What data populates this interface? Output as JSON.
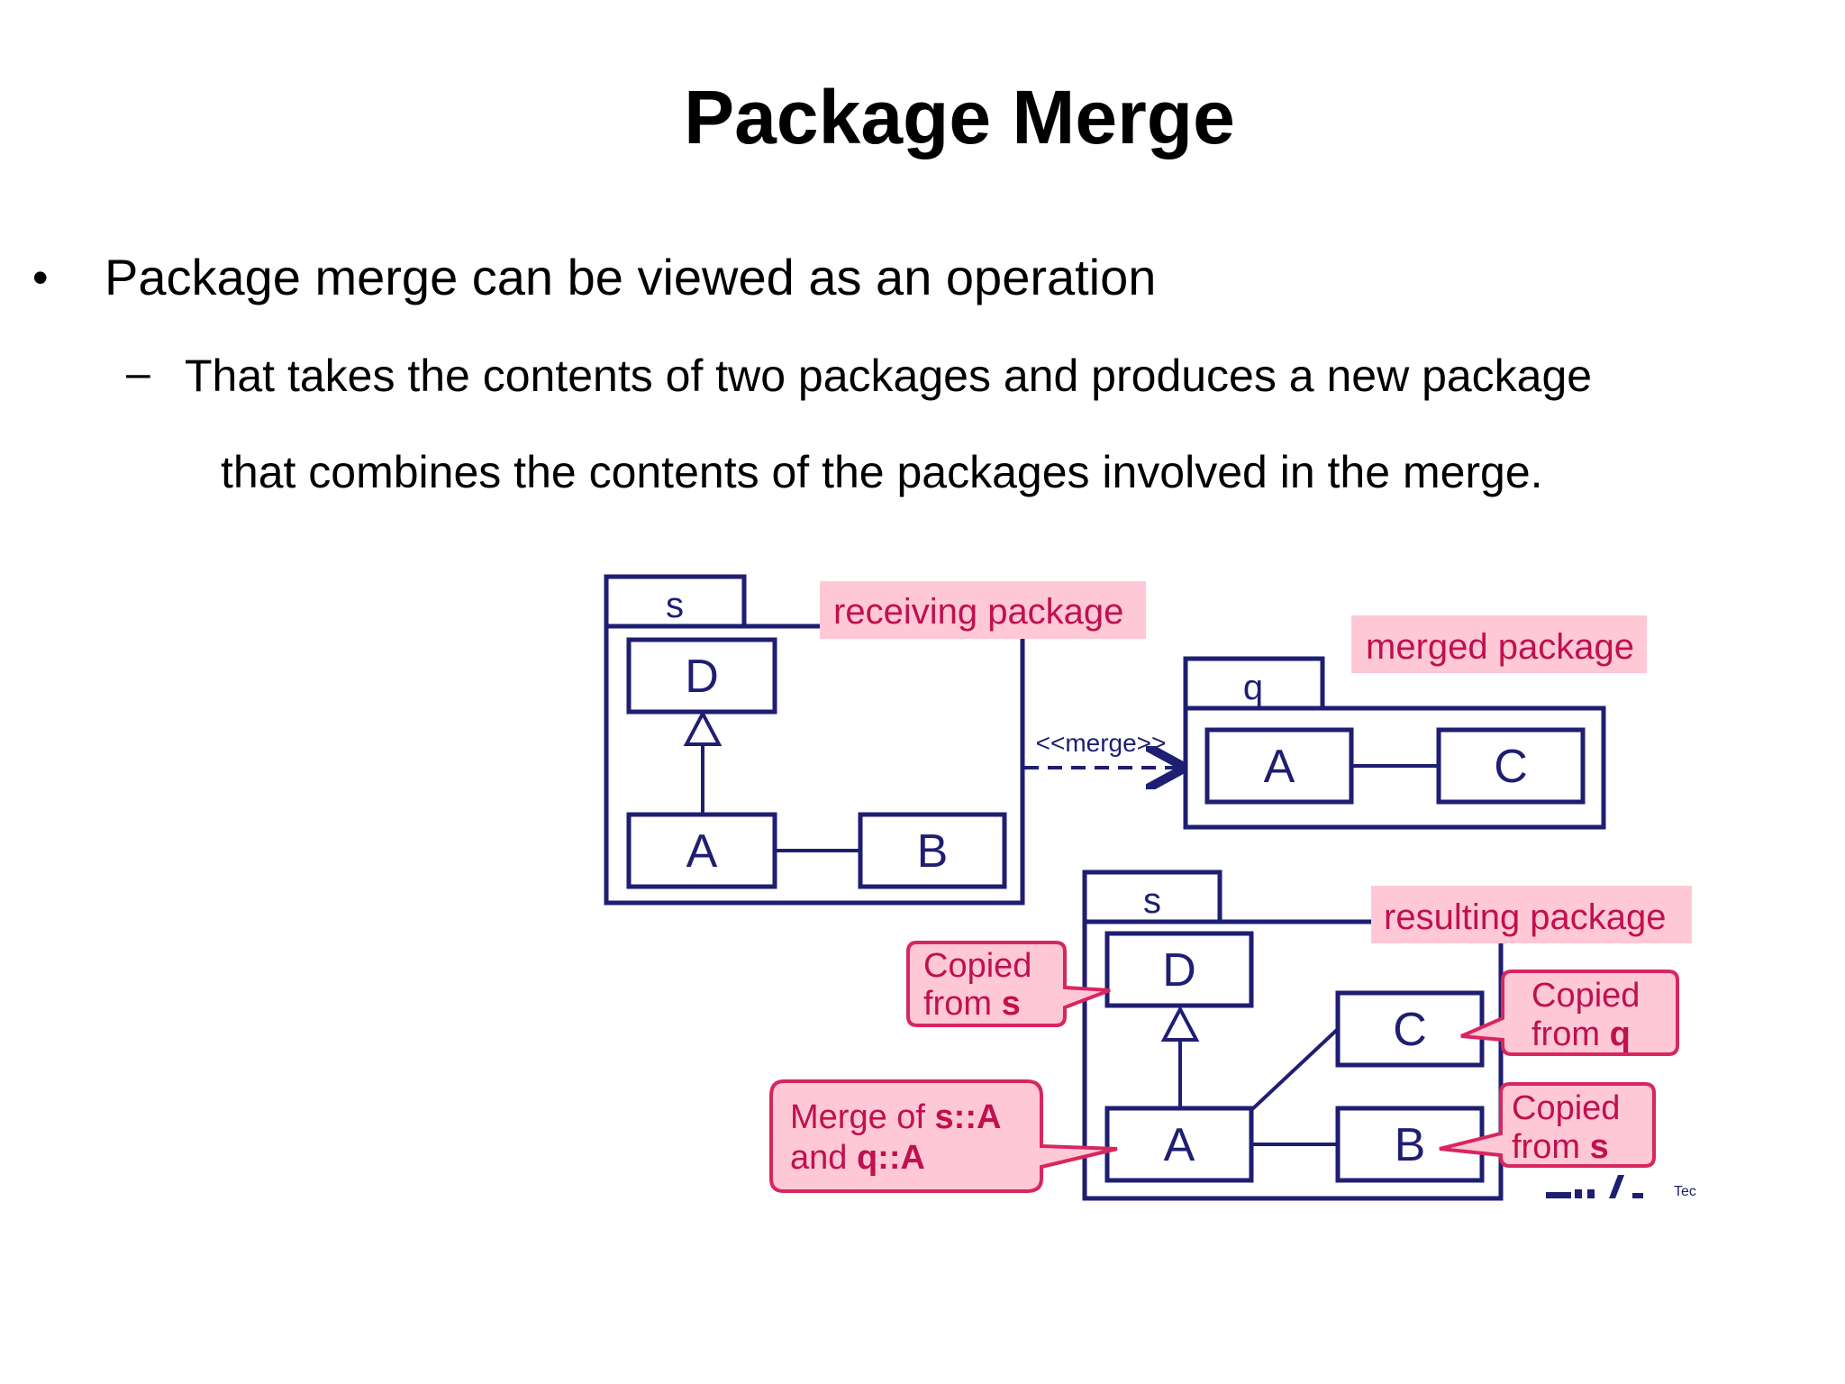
{
  "slide": {
    "title": "Package Merge",
    "bullet_marker": "•",
    "bullet_text": "Package merge can be viewed as an operation",
    "sub_marker": "–",
    "sub_text_line1": "That takes the contents of two packages and produces a new package",
    "sub_text_line2": "that combines the contents of the packages involved in the merge."
  },
  "diagram": {
    "receiving": {
      "package_name": "s",
      "label": "receiving package",
      "class_d": "D",
      "class_a": "A",
      "class_b": "B"
    },
    "merge_arrow_label": "<<merge>>",
    "merged": {
      "package_name": "q",
      "label": "merged package",
      "class_a": "A",
      "class_c": "C"
    },
    "resulting": {
      "package_name": "s",
      "label": "resulting package",
      "class_d": "D",
      "class_c": "C",
      "class_a": "A",
      "class_b": "B"
    },
    "callouts": {
      "d_line1": "Copied",
      "d_line2_prefix": "from ",
      "d_line2_bold": "s",
      "c_line1": "Copied",
      "c_line2_prefix": "from ",
      "c_line2_bold": "q",
      "b_line1": "Copied",
      "b_line2_prefix": "from ",
      "b_line2_bold": "s",
      "a_line1_prefix": "Merge of ",
      "a_line1_bold": "s::A",
      "a_line2_prefix": "and ",
      "a_line2_bold": "q::A"
    },
    "logo_small": "Tec",
    "colors": {
      "line": "#1e1e72",
      "label_fill": "#ffc8d6",
      "label_text": "#c0104f",
      "callout_stroke": "#d8265e"
    }
  }
}
